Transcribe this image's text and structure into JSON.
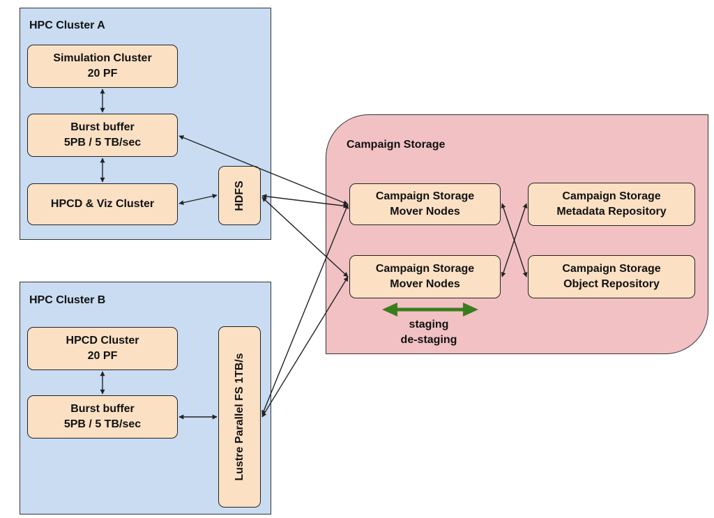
{
  "cluster_a": {
    "title": "HPC Cluster A",
    "simulation": {
      "line1": "Simulation Cluster",
      "line2": "20 PF"
    },
    "burst_buffer": {
      "line1": "Burst buffer",
      "line2": "5PB / 5 TB/sec"
    },
    "viz": {
      "line1": "HPCD & Viz Cluster"
    },
    "hdfs": {
      "label": "HDFS"
    }
  },
  "cluster_b": {
    "title": "HPC Cluster B",
    "hpcd": {
      "line1": "HPCD Cluster",
      "line2": "20 PF"
    },
    "burst_buffer": {
      "line1": "Burst buffer",
      "line2": "5PB / 5 TB/sec"
    },
    "lustre": {
      "label": "Lustre Parallel FS 1TB/s"
    }
  },
  "campaign": {
    "title": "Campaign Storage",
    "mover1": {
      "line1": "Campaign Storage",
      "line2": "Mover Nodes"
    },
    "mover2": {
      "line1": "Campaign Storage",
      "line2": "Mover Nodes"
    },
    "metadata": {
      "line1": "Campaign Storage",
      "line2": "Metadata Repository"
    },
    "object": {
      "line1": "Campaign Storage",
      "line2": "Object Repository"
    },
    "staging": {
      "line1": "staging",
      "line2": "de-staging"
    }
  },
  "colors": {
    "cluster_fill": "#c9dcf2",
    "campaign_fill": "#f2c1c4",
    "node_fill": "#fbe0c4",
    "edge": "#222222",
    "staging_arrow": "#3a7d1e"
  }
}
